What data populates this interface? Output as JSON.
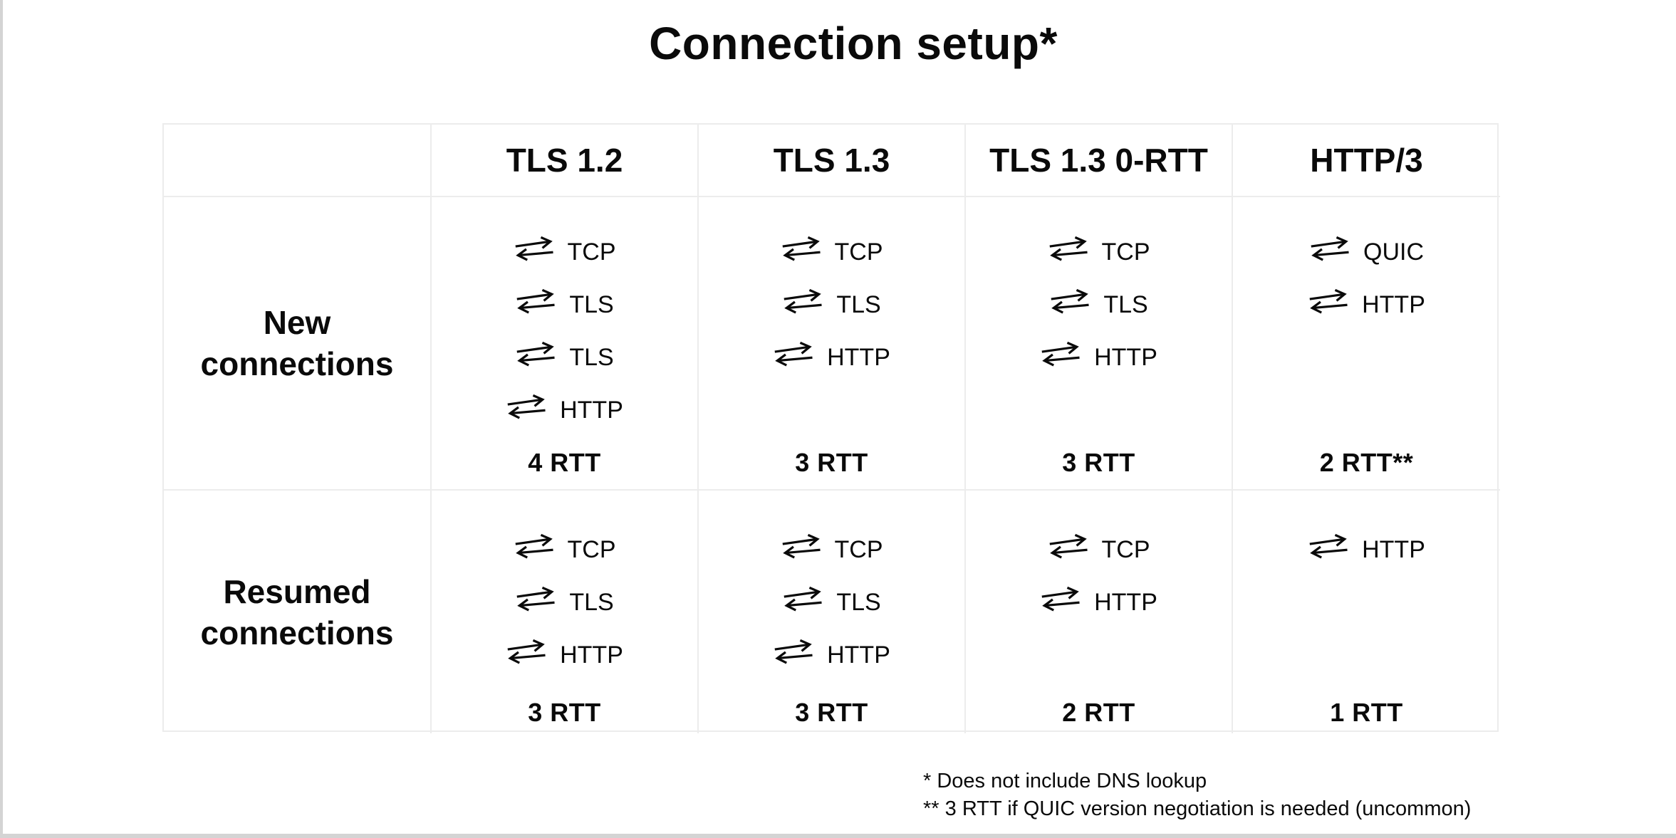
{
  "title": "Connection setup*",
  "table": {
    "column_headers": [
      "TLS 1.2",
      "TLS 1.3",
      "TLS 1.3 0-RTT",
      "HTTP/3"
    ],
    "rows": [
      {
        "label": "New connections",
        "cells": [
          {
            "steps": [
              "TCP",
              "TLS",
              "TLS",
              "HTTP"
            ],
            "rtt": "4 RTT"
          },
          {
            "steps": [
              "TCP",
              "TLS",
              "HTTP"
            ],
            "rtt": "3 RTT"
          },
          {
            "steps": [
              "TCP",
              "TLS",
              "HTTP"
            ],
            "rtt": "3 RTT"
          },
          {
            "steps": [
              "QUIC",
              "HTTP"
            ],
            "rtt": "2 RTT**"
          }
        ]
      },
      {
        "label": "Resumed connections",
        "cells": [
          {
            "steps": [
              "TCP",
              "TLS",
              "HTTP"
            ],
            "rtt": "3 RTT"
          },
          {
            "steps": [
              "TCP",
              "TLS",
              "HTTP"
            ],
            "rtt": "3 RTT"
          },
          {
            "steps": [
              "TCP",
              "HTTP"
            ],
            "rtt": "2 RTT"
          },
          {
            "steps": [
              "HTTP"
            ],
            "rtt": "1 RTT"
          }
        ]
      }
    ]
  },
  "icons": {
    "round_trip_arrows": "⇄"
  },
  "footnotes": [
    "* Does not include DNS lookup",
    "** 3 RTT if QUIC version negotiation is needed (uncommon)"
  ],
  "colors": {
    "background": "#ffffff",
    "text": "#0a0a0a",
    "table_border": "#ececec",
    "canvas_edge": "#d4d4d4"
  }
}
